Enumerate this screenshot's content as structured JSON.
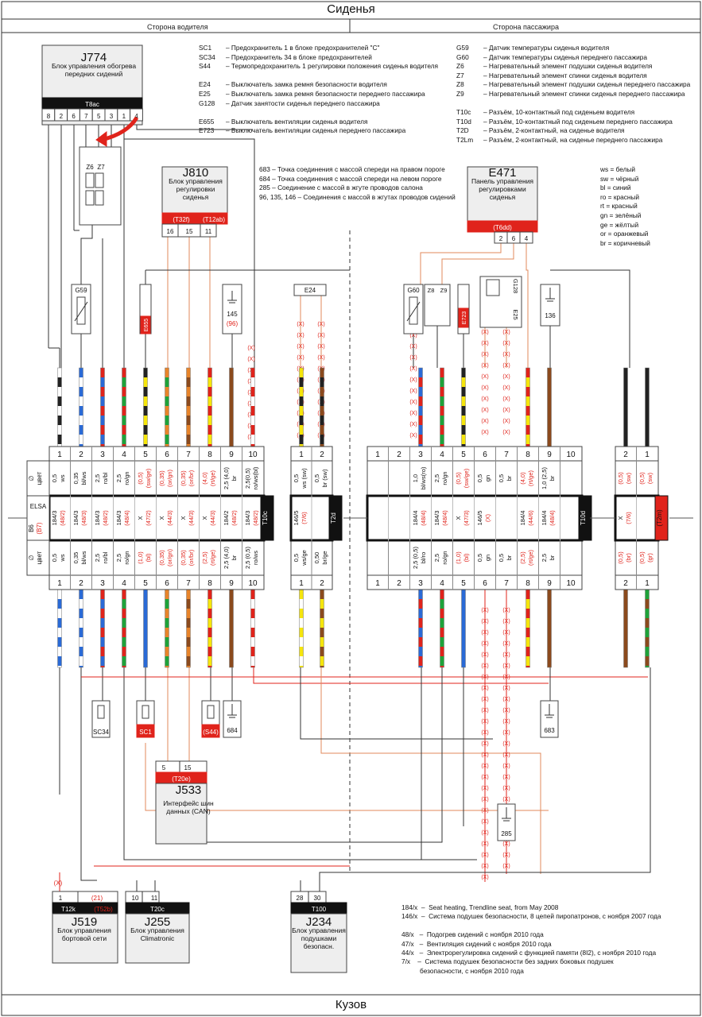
{
  "title": "Сиденья",
  "bottom_title": "Кузов",
  "driver_side": "Сторона водителя",
  "passenger_side": "Сторона пассажира",
  "legend_left": [
    [
      "SC1",
      "Предохранитель 1 в блоке предохранителей \"C\""
    ],
    [
      "SC34",
      "Предохранитель 34 в блоке предохранителей"
    ],
    [
      "S44",
      "Термопредохранитель 1 регулировки положения сиденья водителя"
    ],
    [
      "",
      ""
    ],
    [
      "E24",
      "Выключатель замка ремня безопасности водителя"
    ],
    [
      "E25",
      "Выключатель замка ремня безопасности переднего пассажира"
    ],
    [
      "G128",
      "Датчик занятости сиденья переднего пассажира"
    ],
    [
      "",
      ""
    ],
    [
      "E655",
      "Выключатель вентиляции сиденья водителя"
    ],
    [
      "E723",
      "Выключатель вентиляции сиденья переднего пассажира"
    ]
  ],
  "legend_right": [
    [
      "G59",
      "Датчик температуры сиденья водителя"
    ],
    [
      "G60",
      "Датчик температуры сиденья переднего пассажира"
    ],
    [
      "Z6",
      "Нагревательный элемент подушки сиденья водителя"
    ],
    [
      "Z7",
      "Нагревательный элемент спинки сиденья водителя"
    ],
    [
      "Z8",
      "Нагревательный элемент подушки сиденья переднего пассажира"
    ],
    [
      "Z9",
      "Нагревательный элемент спинки сиденья переднего пассажира"
    ],
    [
      "",
      ""
    ],
    [
      "T10c",
      "Разъём, 10-контактный под сиденьем водителя"
    ],
    [
      "T10d",
      "Разъём, 10-контактный под сиденьем переднего пассажира"
    ],
    [
      "T2D",
      "Разъём, 2-контактный, на сиденье водителя"
    ],
    [
      "T2Lm",
      "Разъём, 2-контактный, на сиденье переднего пассажира"
    ]
  ],
  "ground_points": [
    "683 – Точка соединения с массой спереди на правом пороге",
    "684 – Точка соединения с массой спереди на левом пороге",
    "285 – Соединение с массой в жгуте проводов  салона",
    "96, 135, 146 – Соединения с массой в жгутах проводов сидений"
  ],
  "colors_legend": [
    "ws = белый",
    "sw = чёрный",
    "bl  = синий",
    "ro  = красный",
    "rt  = красный",
    "gn  = зелёный",
    "ge  = жёлтый",
    "or  = оранжевый",
    "br  = коричневый"
  ],
  "components": {
    "j774": {
      "code": "J774",
      "desc": "Блок управления обогрева передних сидений",
      "conn": "T8ac",
      "pins": [
        "8",
        "2",
        "6",
        "7",
        "5",
        "3",
        "1",
        "4"
      ]
    },
    "j810": {
      "code": "J810",
      "desc": "Блок управления регулировки сиденья",
      "conn1": "(T32f)",
      "conn2": "(T12ab)",
      "pins": [
        "16",
        "15",
        "11"
      ]
    },
    "e471": {
      "code": "E471",
      "desc": "Панель управления регулировками сиденья",
      "conn": "(T6dd)",
      "pins": [
        "2",
        "6",
        "4"
      ]
    },
    "j533": {
      "code": "J533",
      "desc": "Интерфейс шин данных (CAN)",
      "conn": "(T20e)",
      "pins": [
        "5",
        "15"
      ]
    },
    "j519": {
      "code": "J519",
      "desc": "Блок управления бортовой сети",
      "conn": "T12k",
      "conn2": "(T52b)",
      "pins": [
        "1",
        "(21)"
      ],
      "x": "(X)"
    },
    "j255": {
      "code": "J255",
      "desc": "Блок управления Climatronic",
      "conn": "T20c",
      "pins": [
        "10",
        "11"
      ]
    },
    "j234": {
      "code": "J234",
      "desc": "Блок управления подушками безопасн.",
      "conn": "T100",
      "pins": [
        "28",
        "30"
      ]
    }
  },
  "small_labels": {
    "g59": "G59",
    "z6": "Z6",
    "z7": "Z7",
    "e655": "E655",
    "g145": "145",
    "g96": "(96)",
    "e24": "E24",
    "g60": "G60",
    "z8": "Z8",
    "z9": "Z9",
    "e723": "E723",
    "g128": "G128",
    "e25": "E25",
    "g136": "136",
    "sc34": "SC34",
    "sc1": "SC1",
    "s44": "(S44)",
    "g684": "684",
    "g683": "683",
    "g285": "285"
  },
  "connectors": {
    "t10c": "T10c",
    "t2d": "T2d",
    "t10d": "T10d",
    "t2m": "(T2m)",
    "elsa": "ELSA",
    "elsa_a": "B6",
    "elsa_b": "(B7)",
    "cvet": "цвет",
    "phi": "∅"
  },
  "t10c_top": [
    {
      "n": "1",
      "s": "0,5",
      "c": "ws",
      "red": false
    },
    {
      "n": "2",
      "s": "0,35",
      "c": "bl/ws",
      "red": false
    },
    {
      "n": "3",
      "s": "2,5",
      "c": "ro/bl",
      "red": false
    },
    {
      "n": "4",
      "s": "2,5",
      "c": "ro/gn",
      "red": false
    },
    {
      "n": "5",
      "s": "(0,5)",
      "c": "(sw/ge)",
      "red": true
    },
    {
      "n": "6",
      "s": "(0,35)",
      "c": "(or/gn)",
      "red": true
    },
    {
      "n": "7",
      "s": "(0,35)",
      "c": "(or/br)",
      "red": true
    },
    {
      "n": "8",
      "s": "(4,0)",
      "c": "(rt/ge)",
      "red": true
    },
    {
      "n": "9",
      "s": "2,5 (4,0)",
      "c": "br",
      "red": false
    },
    {
      "n": "10",
      "s": "2,5(0,5)",
      "c": "ro/ws(bl)",
      "red": false
    }
  ],
  "t10c_mid": [
    "184/3 (48/2)",
    "184/3 (48/3)",
    "184/3 (48/2)",
    "184/3 (48/4)",
    "X (47/2)",
    "X (44/3)",
    "X (44/3)",
    "X (44/3)",
    "184/2 (48/2)",
    "184/3 (48/2)"
  ],
  "t10c_bot": [
    {
      "s": "0,5",
      "c": "ws"
    },
    {
      "s": "0,35",
      "c": "bl/ws"
    },
    {
      "s": "2,5",
      "c": "ro/bl"
    },
    {
      "s": "2,5",
      "c": "ro/gn"
    },
    {
      "s": "(1,0)",
      "c": "(bl)"
    },
    {
      "s": "(0,35)",
      "c": "(or/gn)"
    },
    {
      "s": "(0,35)",
      "c": "(or/br)"
    },
    {
      "s": "(2,5)",
      "c": "(rt/ge)"
    },
    {
      "s": "2,5 (4,0)",
      "c": "br"
    },
    {
      "s": "2,5 (0,5)",
      "c": "ro/ws"
    }
  ],
  "t2d_top": [
    {
      "n": "1",
      "s": "0,5",
      "c": "ws (sw)"
    },
    {
      "n": "2",
      "s": "0,5",
      "c": "br (sw)"
    }
  ],
  "t2d_mid": "146/5 (7/6)",
  "t2d_bot": [
    {
      "s": "0,5",
      "c": "ws/ge"
    },
    {
      "s": "0,50",
      "c": "br/ge"
    }
  ],
  "t10d_nums": [
    "1",
    "2",
    "3",
    "4",
    "5",
    "6",
    "7",
    "8",
    "9",
    "10"
  ],
  "t10d_top": [
    {
      "s": "",
      "c": ""
    },
    {
      "s": "",
      "c": ""
    },
    {
      "s": "1,0",
      "c": "bl/ws(ro)"
    },
    {
      "s": "2,5",
      "c": "ro/gn"
    },
    {
      "s": "(0,5)",
      "c": "(sw/ge)"
    },
    {
      "s": "0,5",
      "c": "gn"
    },
    {
      "s": "0,5",
      "c": "br"
    },
    {
      "s": "(4,0)",
      "c": "(rt/ge)"
    },
    {
      "s": "1,0 (2,5)",
      "c": "br"
    },
    {
      "s": "",
      "c": ""
    }
  ],
  "t10d_mid": [
    "",
    "",
    "184/4 (48/4)",
    "184/3 (48/4)",
    "X (47/3)",
    "146/5 (X)",
    "",
    "184/4 (44/6)",
    "184/4 (48/4)",
    ""
  ],
  "t10d_bot": [
    {
      "s": "",
      "c": ""
    },
    {
      "s": "",
      "c": ""
    },
    {
      "s": "2,5 (0,5)",
      "c": "bl/ro"
    },
    {
      "s": "2,5",
      "c": "ro/gn"
    },
    {
      "s": "(1,0)",
      "c": "(bl)"
    },
    {
      "s": "0,5",
      "c": "gn"
    },
    {
      "s": "0,5",
      "c": "br"
    },
    {
      "s": "(2,5)",
      "c": "(rt/ge)"
    },
    {
      "s": "2,5",
      "c": "br"
    },
    {
      "s": "",
      "c": ""
    }
  ],
  "t2m_top": [
    {
      "n": "2",
      "s": "(0,5)",
      "c": "(sw)"
    },
    {
      "n": "1",
      "s": "(0,5)",
      "c": "(sw)"
    }
  ],
  "t2m_mid": "X (7/6)",
  "t2m_bot": [
    {
      "s": "(0,5)",
      "c": "(br)"
    },
    {
      "s": "(0,5)",
      "c": "(gr)"
    }
  ],
  "footnotes": [
    "184/x  –  Seat heating, Trendline seat, from May 2008",
    "146/x  –  Система подушек безопасности, 8 цепей пиропатронов, с ноября 2007 года",
    "",
    "48/x   –  Подогрев сидений с ноября 2010 года",
    "47/x   –  Вентиляция сидений с ноября 2010 года",
    "44/x   –  Электрорегулировка сидений с функцией памяти (8I2), с ноября 2010 года",
    "7/x    –  Система подушек безопасности без задних боковых подушек",
    "          безопасности, с ноября 2010 года"
  ],
  "x_mark": "(X)"
}
